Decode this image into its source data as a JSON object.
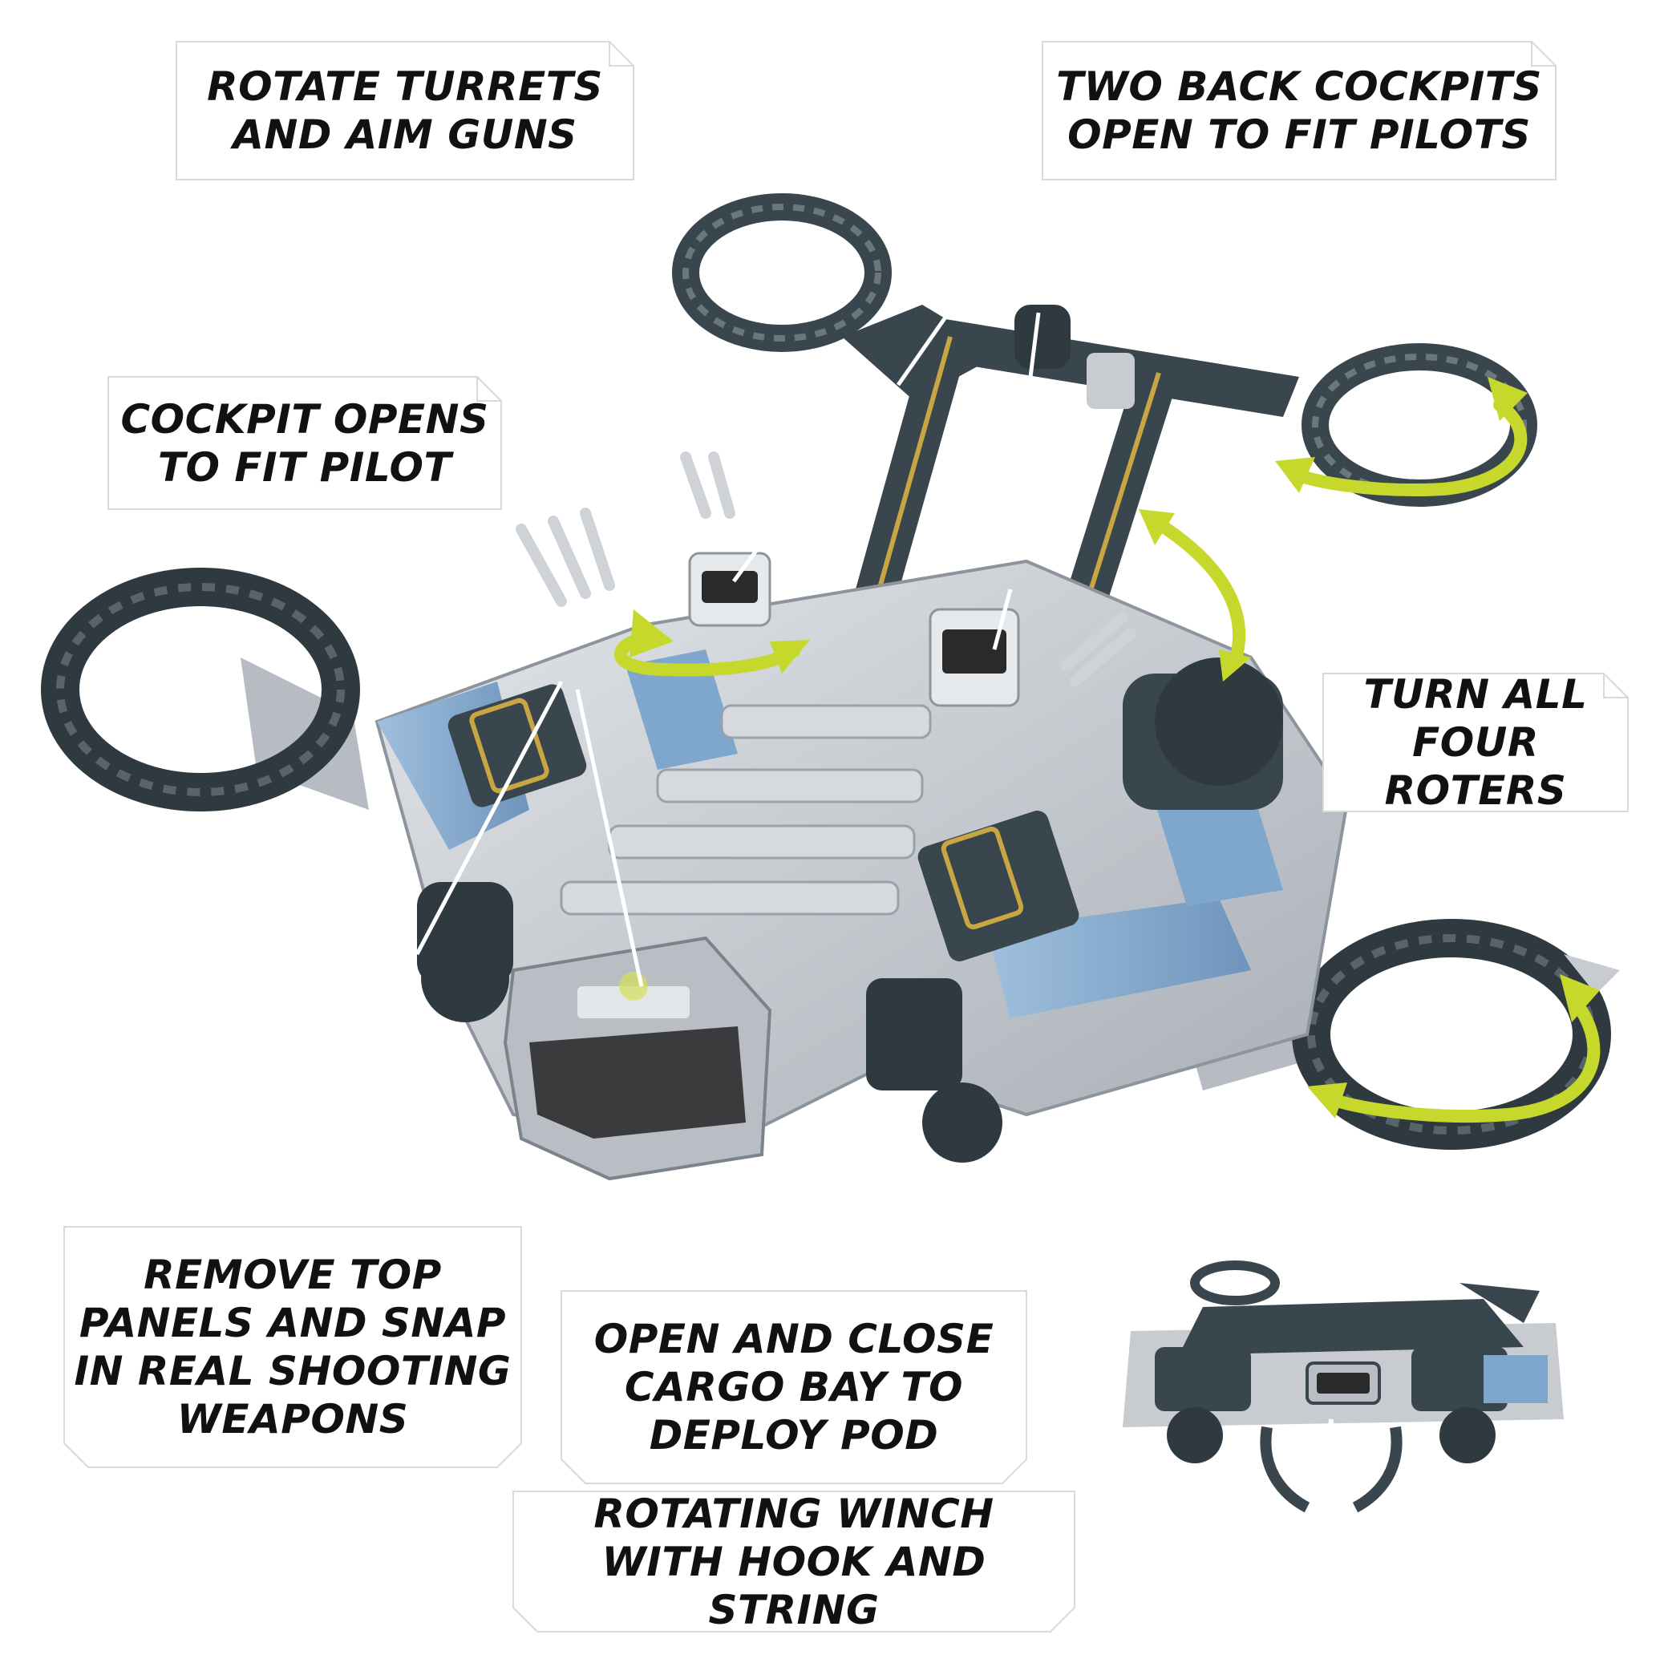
{
  "colors": {
    "arrow": "#c6d82c",
    "hull_light": "#c8ccd1",
    "hull_dark": "#3a464e",
    "accent_blue": "#7fa6cc",
    "accent_gold": "#c9a543"
  },
  "callouts": [
    {
      "id": "rotate-turrets",
      "text": "ROTATE TURRETS\nAND AIM GUNS"
    },
    {
      "id": "back-cockpits",
      "text": "TWO BACK COCKPITS\nOPEN TO FIT PILOTS"
    },
    {
      "id": "cockpit-opens",
      "text": "COCKPIT OPENS\nTO FIT PILOT"
    },
    {
      "id": "turn-rotors",
      "text": "TURN ALL\nFOUR ROTERS"
    },
    {
      "id": "remove-panels",
      "text": "REMOVE  TOP\nPANELS AND SNAP\nIN REAL SHOOTING\nWEAPONS"
    },
    {
      "id": "cargo-bay",
      "text": "OPEN AND CLOSE\nCARGO BAY TO\nDEPLOY POD"
    },
    {
      "id": "winch",
      "text": "ROTATING WINCH\nWITH HOOK AND STRING"
    }
  ]
}
